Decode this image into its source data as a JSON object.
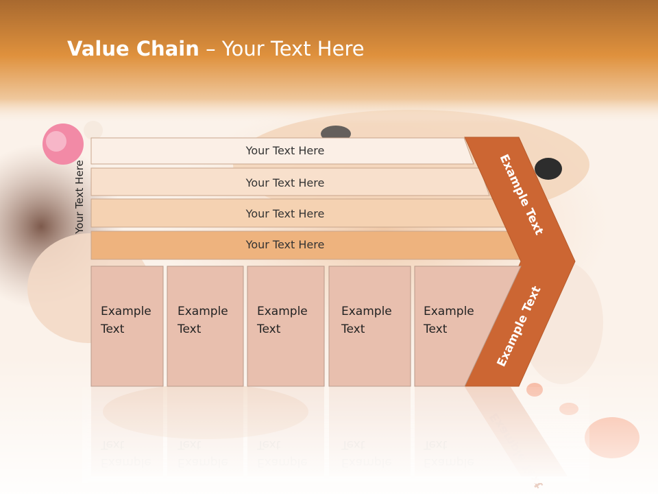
{
  "title": {
    "bold": "Value Chain",
    "rest": " – Your Text Here"
  },
  "side_label": "Your Text Here",
  "bars": [
    {
      "label": "Your Text Here",
      "color": "#fbefe6"
    },
    {
      "label": "Your Text Here",
      "color": "#f8e0cc"
    },
    {
      "label": "Your Text Here",
      "color": "#f5d2b2"
    },
    {
      "label": "Your Text Here",
      "color": "#eeb37e"
    }
  ],
  "cells": [
    {
      "line1": "Example",
      "line2": "Text"
    },
    {
      "line1": "Example",
      "line2": "Text"
    },
    {
      "line1": "Example",
      "line2": "Text"
    },
    {
      "line1": "Example",
      "line2": "Text"
    },
    {
      "line1": "Example",
      "line2": "Text"
    }
  ],
  "chevron": {
    "upper_label": "Example Text",
    "lower_label": "Example Text",
    "color": "#cc6633"
  },
  "colors": {
    "header_band": "#d98a3c",
    "cell_fill": "#e8bfae",
    "cell_stroke": "#b89a8a"
  }
}
